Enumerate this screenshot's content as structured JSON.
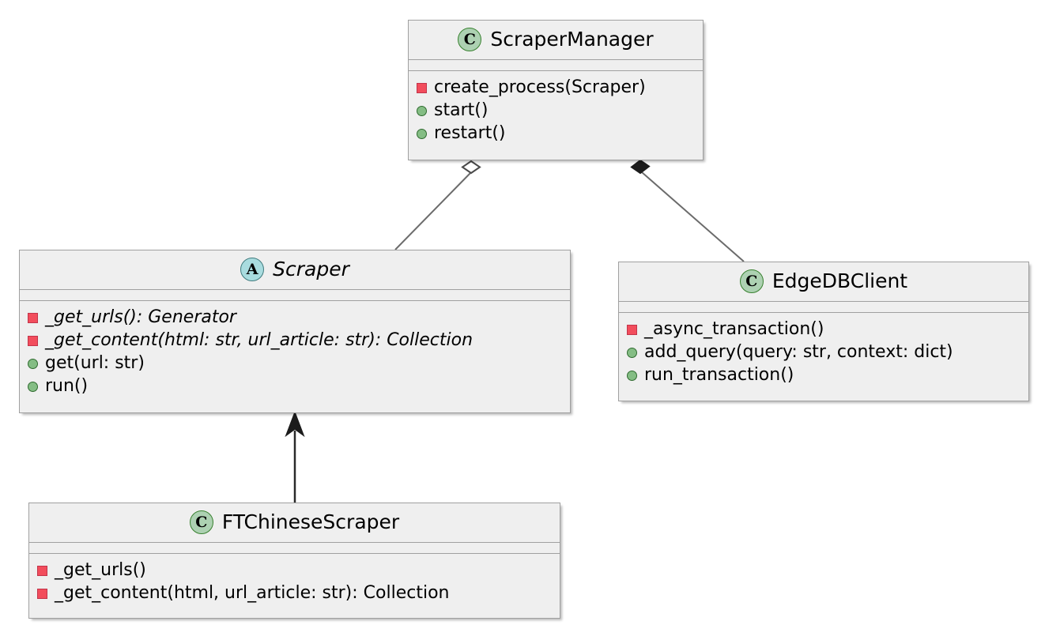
{
  "diagram": {
    "type": "uml-class-diagram",
    "background_color": "#ffffff",
    "class_fill_color": "#efefef",
    "class_border_color": "#a0a0a0",
    "concrete_badge_color": "#add1b2",
    "abstract_badge_color": "#a9dcdf",
    "private_marker_color": "#f24d5c",
    "public_marker_color": "#84bd84"
  },
  "classes": {
    "scraper_manager": {
      "name": "ScraperManager",
      "badge": "C",
      "badge_kind": "class-badge-icon",
      "is_abstract": false,
      "attributes": [],
      "methods": [
        {
          "visibility": "private",
          "text": "create_process(Scraper)",
          "is_abstract": false
        },
        {
          "visibility": "public",
          "text": "start()",
          "is_abstract": false
        },
        {
          "visibility": "public",
          "text": "restart()",
          "is_abstract": false
        }
      ]
    },
    "scraper": {
      "name": "Scraper",
      "badge": "A",
      "badge_kind": "abstract-class-badge-icon",
      "is_abstract": true,
      "attributes": [],
      "methods": [
        {
          "visibility": "private",
          "text": "_get_urls(): Generator",
          "is_abstract": true
        },
        {
          "visibility": "private",
          "text": "_get_content(html: str, url_article: str): Collection",
          "is_abstract": true
        },
        {
          "visibility": "public",
          "text": "get(url: str)",
          "is_abstract": false
        },
        {
          "visibility": "public",
          "text": "run()",
          "is_abstract": false
        }
      ]
    },
    "edgedb_client": {
      "name": "EdgeDBClient",
      "badge": "C",
      "badge_kind": "class-badge-icon",
      "is_abstract": false,
      "attributes": [],
      "methods": [
        {
          "visibility": "private",
          "text": "_async_transaction()",
          "is_abstract": false
        },
        {
          "visibility": "public",
          "text": "add_query(query: str, context: dict)",
          "is_abstract": false
        },
        {
          "visibility": "public",
          "text": "run_transaction()",
          "is_abstract": false
        }
      ]
    },
    "ftchinese_scraper": {
      "name": "FTChineseScraper",
      "badge": "C",
      "badge_kind": "class-badge-icon",
      "is_abstract": false,
      "attributes": [],
      "methods": [
        {
          "visibility": "private",
          "text": "_get_urls()",
          "is_abstract": false
        },
        {
          "visibility": "private",
          "text": "_get_content(html, url_article: str): Collection",
          "is_abstract": false
        }
      ]
    }
  },
  "relationships": [
    {
      "id": "manager-aggregates-scraper",
      "kind": "aggregation",
      "marker": "hollow-diamond",
      "from": "ScraperManager",
      "to": "Scraper",
      "label": ""
    },
    {
      "id": "manager-composes-edgedbclient",
      "kind": "composition",
      "marker": "filled-diamond",
      "from": "ScraperManager",
      "to": "EdgeDBClient",
      "label": ""
    },
    {
      "id": "ftchinese-extends-scraper",
      "kind": "inheritance",
      "marker": "solid-arrowhead",
      "from": "FTChineseScraper",
      "to": "Scraper",
      "label": ""
    }
  ]
}
